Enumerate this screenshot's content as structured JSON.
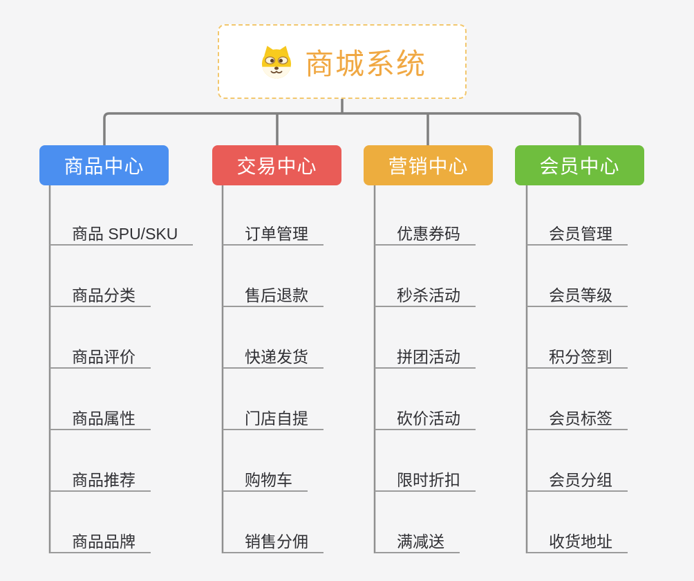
{
  "page": {
    "background_color": "#f5f5f6",
    "connector_color": "#7f7f7f"
  },
  "root": {
    "title": "商城系统",
    "icon": "dog-face-icon",
    "title_color": "#F0A843",
    "border_color": "#F2C76D"
  },
  "branches": [
    {
      "label": "商品中心",
      "color": "#4B8FF0",
      "items": [
        "商品 SPU/SKU",
        "商品分类",
        "商品评价",
        "商品属性",
        "商品推荐",
        "商品品牌"
      ]
    },
    {
      "label": "交易中心",
      "color": "#E95C57",
      "items": [
        "订单管理",
        "售后退款",
        "快递发货",
        "门店自提",
        "购物车",
        "销售分佣"
      ]
    },
    {
      "label": "营销中心",
      "color": "#EDAD3E",
      "items": [
        "优惠券码",
        "秒杀活动",
        "拼团活动",
        "砍价活动",
        "限时折扣",
        "满减送"
      ]
    },
    {
      "label": "会员中心",
      "color": "#6FBE3E",
      "items": [
        "会员管理",
        "会员等级",
        "积分签到",
        "会员标签",
        "会员分组",
        "收货地址"
      ]
    }
  ]
}
